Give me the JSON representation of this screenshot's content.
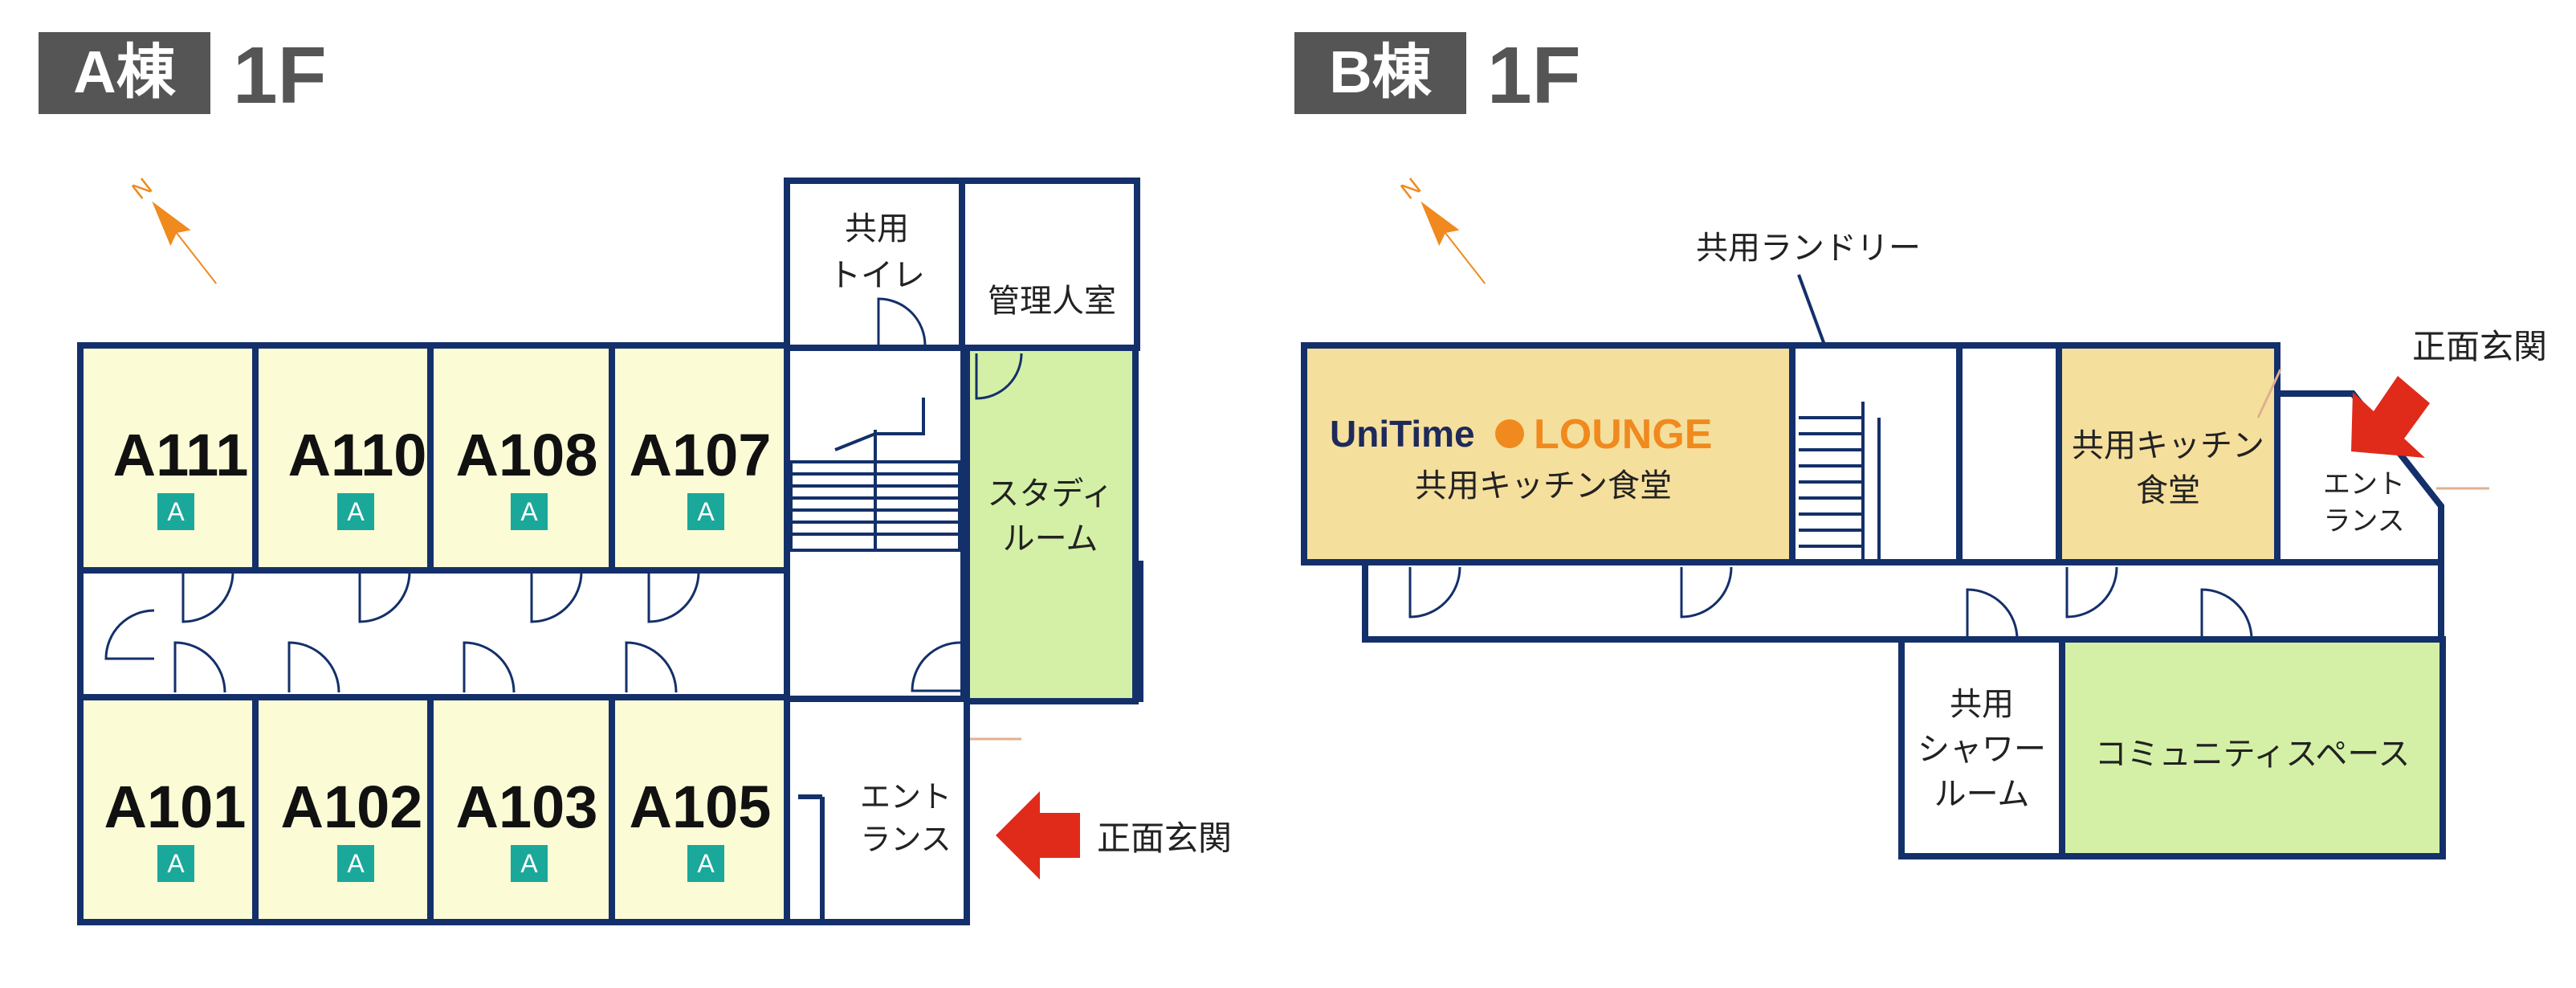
{
  "colors": {
    "wall": "#14306a",
    "room_fill": "#fbfcd6",
    "green": "#d4f0a6",
    "lounge": "#f5df9c",
    "badge": "#1aa89a",
    "header_bg": "#555555",
    "arrow": "#e02a1a",
    "compass": "#f08a1e"
  },
  "building_a": {
    "building": "A棟",
    "floor": "1F",
    "rooms_top": [
      {
        "id": "A111",
        "badge": "A"
      },
      {
        "id": "A110",
        "badge": "A"
      },
      {
        "id": "A108",
        "badge": "A"
      },
      {
        "id": "A107",
        "badge": "A"
      }
    ],
    "rooms_bottom": [
      {
        "id": "A101",
        "badge": "A"
      },
      {
        "id": "A102",
        "badge": "A"
      },
      {
        "id": "A103",
        "badge": "A"
      },
      {
        "id": "A105",
        "badge": "A"
      }
    ],
    "toilet": [
      "共用",
      "トイレ"
    ],
    "manager": "管理人室",
    "study": [
      "スタディ",
      "ルーム"
    ],
    "entrance": [
      "エント",
      "ランス"
    ],
    "front_entrance": "正面玄関",
    "compass": "N"
  },
  "building_b": {
    "building": "B棟",
    "floor": "1F",
    "laundry": "共用ランドリー",
    "lounge_logo": {
      "part1": "UniTime",
      "part2": "LOUNGE"
    },
    "lounge_label": "共用キッチン食堂",
    "kitchen": [
      "共用キッチン",
      "食堂"
    ],
    "entrance": [
      "エント",
      "ランス"
    ],
    "front_entrance": "正面玄関",
    "shower": [
      "共用",
      "シャワー",
      "ルーム"
    ],
    "community": "コミュニティスペース",
    "compass": "N"
  }
}
